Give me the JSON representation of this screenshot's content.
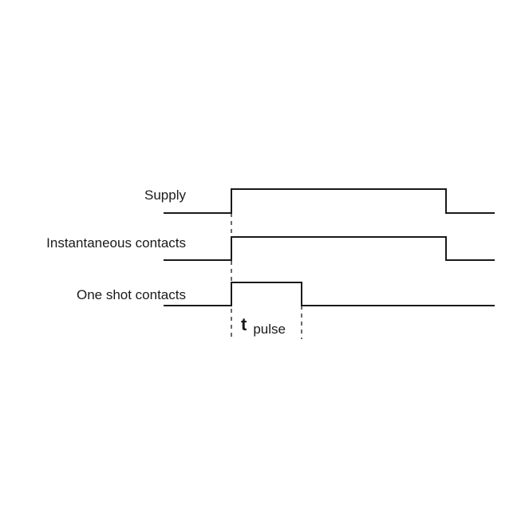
{
  "signals": [
    {
      "label": "Supply"
    },
    {
      "label": "Instantaneous contacts"
    },
    {
      "label": "One shot contacts"
    }
  ],
  "pulse_time": {
    "symbol": "t",
    "subscript": "pulse"
  }
}
